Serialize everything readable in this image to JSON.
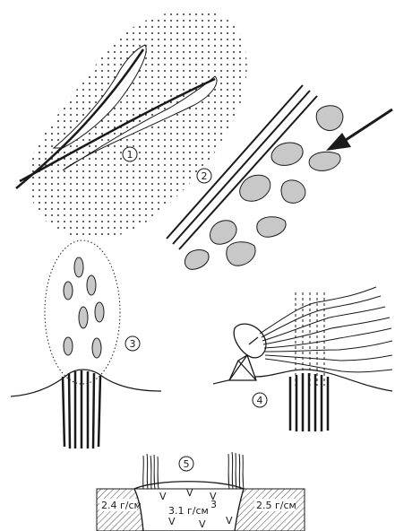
{
  "panels": [
    {
      "number": "1"
    },
    {
      "number": "2"
    },
    {
      "number": "3"
    },
    {
      "number": "4"
    },
    {
      "number": "5"
    }
  ],
  "density_labels": {
    "left": "2.4 г/см",
    "center": "3.1 г/см",
    "right": "2.5 г/см",
    "superscript": "3"
  },
  "volcanic_symbol": "V",
  "colors": {
    "ink": "#1a1a1a",
    "fill_gray": "#c8c8c8",
    "dot": "#333333"
  }
}
